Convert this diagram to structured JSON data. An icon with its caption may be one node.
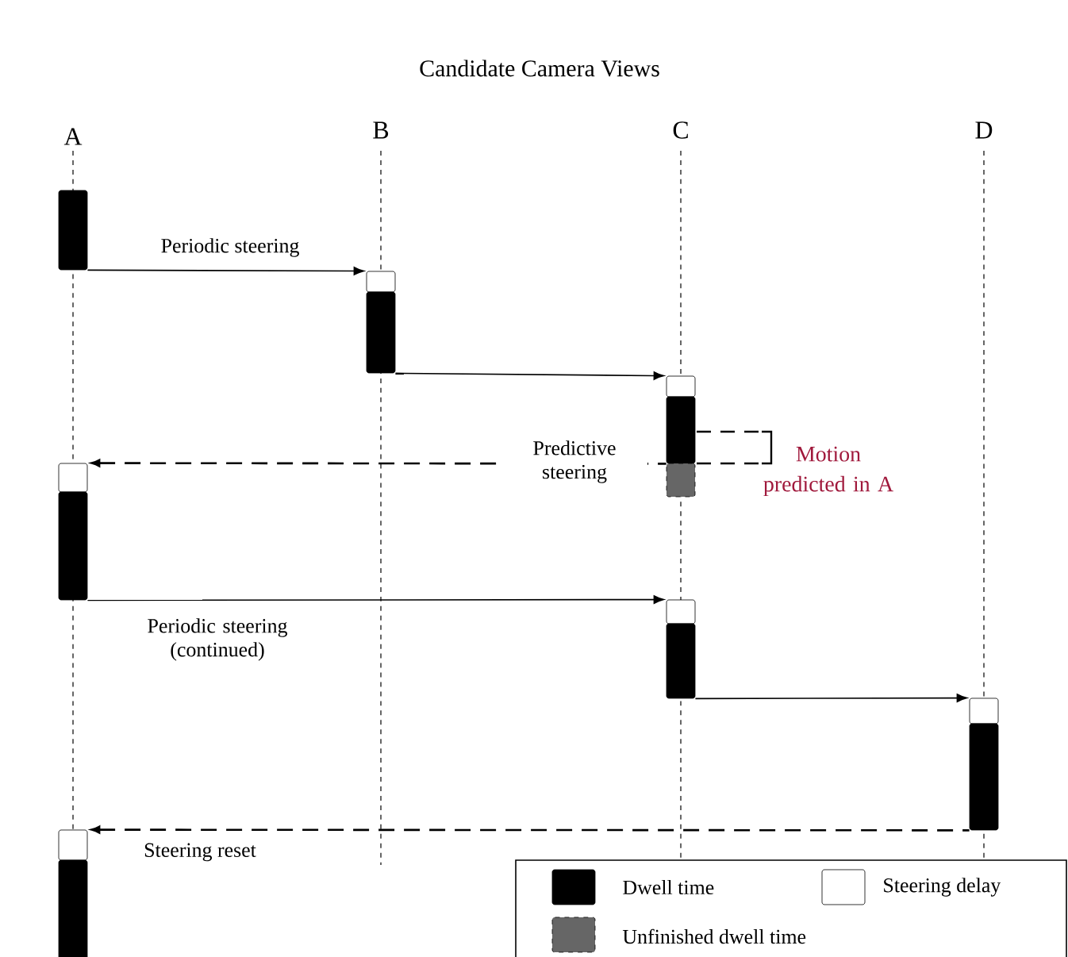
{
  "diagram": {
    "title": "Candidate Camera Views",
    "nodes": [
      {
        "text": [],
        "shape": "bar"
      },
      {
        "text": [],
        "shape": "box"
      },
      {
        "text": [],
        "shape": "bar"
      },
      {
        "text": [],
        "shape": "box"
      },
      {
        "text": [],
        "shape": "bar"
      },
      {
        "text": [],
        "shape": "bar"
      },
      {
        "text": [],
        "shape": "box"
      },
      {
        "text": [],
        "shape": "bar"
      },
      {
        "text": [],
        "shape": "box"
      },
      {
        "text": [],
        "shape": "bar"
      },
      {
        "text": [],
        "shape": "box"
      },
      {
        "text": [],
        "shape": "bar"
      },
      {
        "text": [],
        "shape": "box"
      },
      {
        "text": [],
        "shape": "bar"
      }
    ],
    "edges": [
      {
        "from": 0,
        "to": 1,
        "arrow": "to",
        "label": "Periodic steering"
      },
      {
        "from": 2,
        "to": 3,
        "arrow": "to"
      },
      {
        "from": 4,
        "to": 6,
        "arrow": "to",
        "style": "dashed",
        "label": "Predictive steering"
      },
      {
        "from": 7,
        "to": 8,
        "arrow": "to",
        "label": "Periodic steering (continued)"
      },
      {
        "from": 9,
        "to": 10,
        "arrow": "to"
      },
      {
        "from": 11,
        "to": 12,
        "arrow": "to",
        "style": "dashed",
        "label": "Steering reset"
      }
    ],
    "labels": [
      "A",
      "B",
      "C",
      "D",
      "Motion predicted in A"
    ],
    "legend": [
      {
        "text": "Dwell time",
        "color": "#000000"
      },
      {
        "text": "Steering delay"
      },
      {
        "text": "Unfinished dwell time",
        "color": "#666666"
      }
    ]
  }
}
